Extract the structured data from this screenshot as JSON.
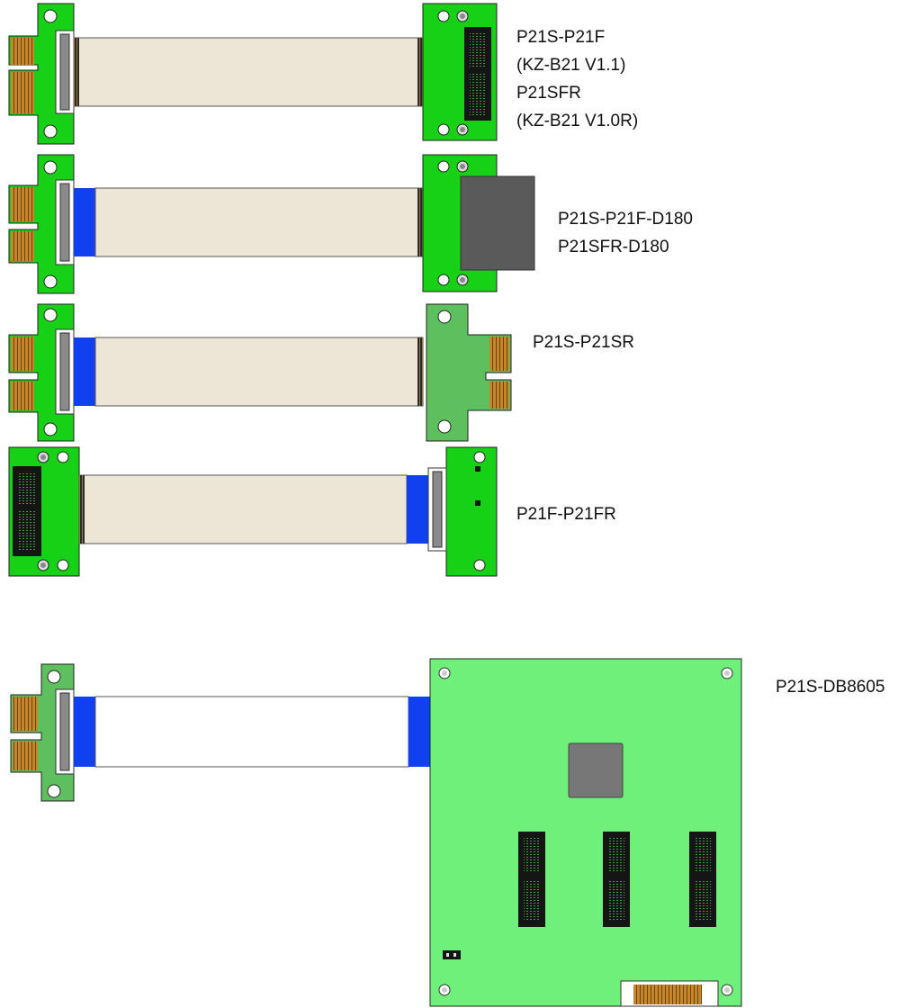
{
  "colors": {
    "pcb_green": "#16d116",
    "pcb_green_light": "#5ebf5e",
    "pcb_green_board": "#6ef07a",
    "cable_beige": "#ede5d6",
    "cable_white": "#ffffff",
    "stiffener_blue": "#1040f0",
    "connector_gray": "#5a5a5a",
    "connector_black": "#151515",
    "gold_finger": "#c8862a",
    "chip_gray": "#777777"
  },
  "products": [
    {
      "lines": [
        "P21S-P21F",
        "(KZ-B21 V1.1)",
        "P21SFR",
        "(KZ-B21 V1.0R)"
      ]
    },
    {
      "lines": [
        "P21S-P21F-D180",
        "P21SFR-D180"
      ]
    },
    {
      "lines": [
        "P21S-P21SR"
      ]
    },
    {
      "lines": [
        "P21F-P21FR"
      ]
    },
    {
      "lines": [
        "P21S-DB8605"
      ]
    }
  ]
}
